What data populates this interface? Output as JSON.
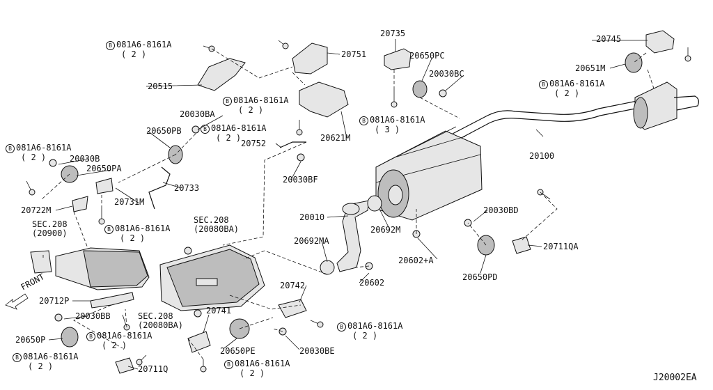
{
  "diagram": {
    "code": "J20002EA",
    "front_label": "FRONT",
    "bolt_symbol": "B",
    "parts": {
      "p20515": "20515",
      "p20751": "20751",
      "p20621M": "20621M",
      "p20735": "20735",
      "p20650PC": "20650PC",
      "p20030BC": "20030BC",
      "p20745": "20745",
      "p20651M": "20651M",
      "p20100": "20100",
      "p20030BA": "20030BA",
      "p20650PB": "20650PB",
      "p20752": "20752",
      "p20030BF": "20030BF",
      "p20030B": "20030B",
      "p20650PA": "20650PA",
      "p20733": "20733",
      "p20731M": "20731M",
      "p20722M": "20722M",
      "p20010": "20010",
      "p20692M": "20692M",
      "p20030BD": "20030BD",
      "p20692MA": "20692MA",
      "p20602A": "20602+A",
      "p20711QA": "20711QA",
      "p20650PD": "20650PD",
      "p20602": "20602",
      "p20742": "20742",
      "p20712P": "20712P",
      "p20030BB": "20030BB",
      "p20650P": "20650P",
      "p20741": "20741",
      "p20650PE": "20650PE",
      "p20030BE": "20030BE",
      "p20711Q": "20711Q"
    },
    "bolt_part": "081A6-8161A",
    "qty2": "( 2 )",
    "qty3": "( 3 )",
    "sec1_title": "SEC.208",
    "sec1_ref": "(20900)",
    "sec2_title": "SEC.208",
    "sec2_ref": "(20080BA)",
    "sec3_title": "SEC.208",
    "sec3_ref": "(20080BA)"
  }
}
